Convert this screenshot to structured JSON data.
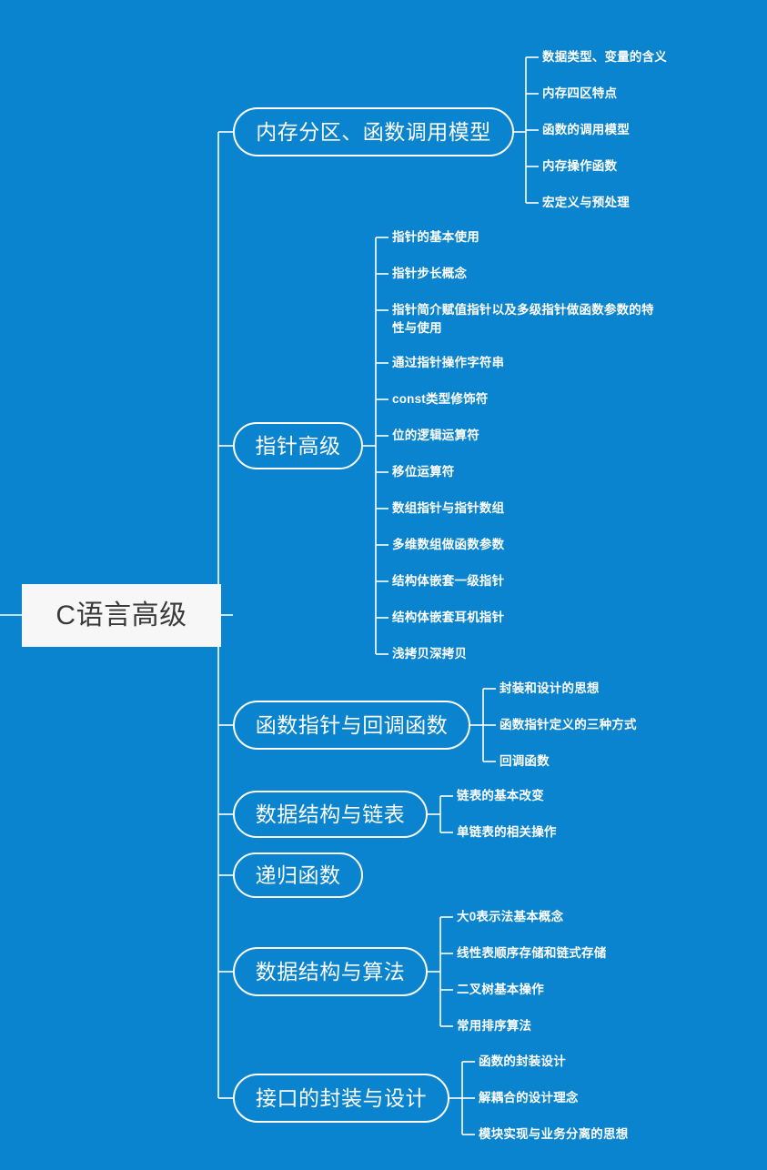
{
  "diagram": {
    "type": "mindmap",
    "background_color": "#0a84ce",
    "node_border_color": "#ffffff",
    "root_box_color": "#f7f7f7",
    "root_text_color": "#3a3a3a",
    "leaf_text_color": "#ffffff",
    "root": {
      "label": "C语言高级"
    },
    "branches": [
      {
        "label": "内存分区、函数调用模型",
        "leaves": [
          "数据类型、变量的含义",
          "内存四区特点",
          "函数的调用模型",
          "内存操作函数",
          "宏定义与预处理"
        ]
      },
      {
        "label": "指针高级",
        "leaves": [
          "指针的基本使用",
          "指针步长概念",
          "指针简介赋值指针以及多级指针做函数参数的特性与使用",
          "通过指针操作字符串",
          "const类型修饰符",
          "位的逻辑运算符",
          "移位运算符",
          "数组指针与指针数组",
          "多维数组做函数参数",
          "结构体嵌套一级指针",
          "结构体嵌套耳机指针",
          "浅拷贝深拷贝"
        ]
      },
      {
        "label": "函数指针与回调函数",
        "leaves": [
          "封装和设计的思想",
          "函数指针定义的三种方式",
          "回调函数"
        ]
      },
      {
        "label": "数据结构与链表",
        "leaves": [
          "链表的基本改变",
          "单链表的相关操作"
        ]
      },
      {
        "label": "递归函数",
        "leaves": []
      },
      {
        "label": "数据结构与算法",
        "leaves": [
          "大0表示法基本概念",
          "线性表顺序存储和链式存储",
          "二叉树基本操作",
          "常用排序算法"
        ]
      },
      {
        "label": "接口的封装与设计",
        "leaves": [
          "函数的封装设计",
          "解耦合的设计理念",
          "模块实现与业务分离的思想"
        ]
      }
    ]
  }
}
